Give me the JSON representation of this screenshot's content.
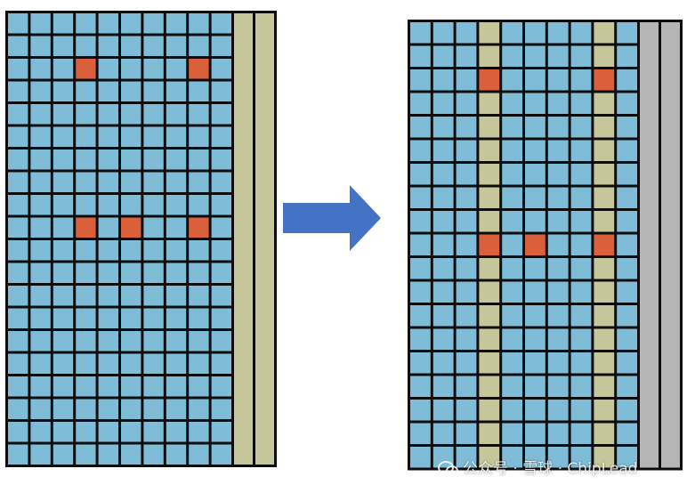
{
  "colors": {
    "cell": "#7fbcd8",
    "highlight": "#d9603a",
    "reserved": "#c5c79a",
    "spare": "#b5b5b5",
    "grid": "#0d0d0d",
    "arrow": "#4472c4"
  },
  "left_array": {
    "rows": 20,
    "data_columns": 10,
    "spare_columns": 2,
    "spare_column_color": "reserved",
    "highlighted_cells": [
      [
        2,
        3
      ],
      [
        2,
        8
      ],
      [
        9,
        3
      ],
      [
        9,
        5
      ],
      [
        9,
        8
      ]
    ]
  },
  "right_array": {
    "rows": 19,
    "data_columns": 10,
    "spare_columns": 2,
    "spare_column_color": "spare",
    "reserved_columns": [
      3,
      8
    ],
    "highlighted_cells": [
      [
        2,
        3
      ],
      [
        2,
        8
      ],
      [
        9,
        3
      ],
      [
        9,
        5
      ],
      [
        9,
        8
      ]
    ]
  },
  "arrow": {
    "direction": "right"
  },
  "watermark": {
    "text": "公众号 · 雪球 · ChipLead",
    "icon": "wechat-icon"
  }
}
